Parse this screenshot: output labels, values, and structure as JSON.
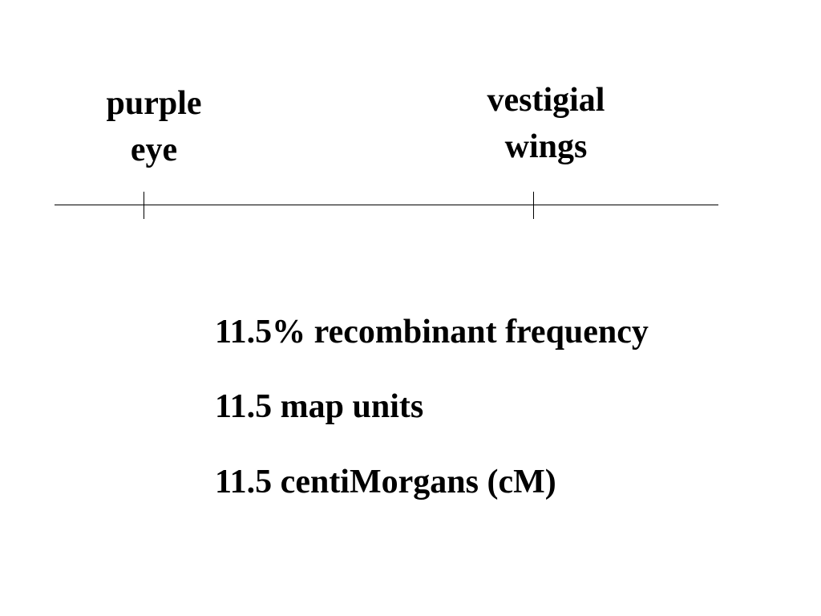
{
  "genes": [
    {
      "lines": [
        "purple",
        "eye"
      ]
    },
    {
      "lines": [
        "vestigial",
        "wings"
      ]
    }
  ],
  "distance_statements": [
    "11.5% recombinant frequency",
    "11.5 map units",
    "11.5 centiMorgans (cM)"
  ]
}
